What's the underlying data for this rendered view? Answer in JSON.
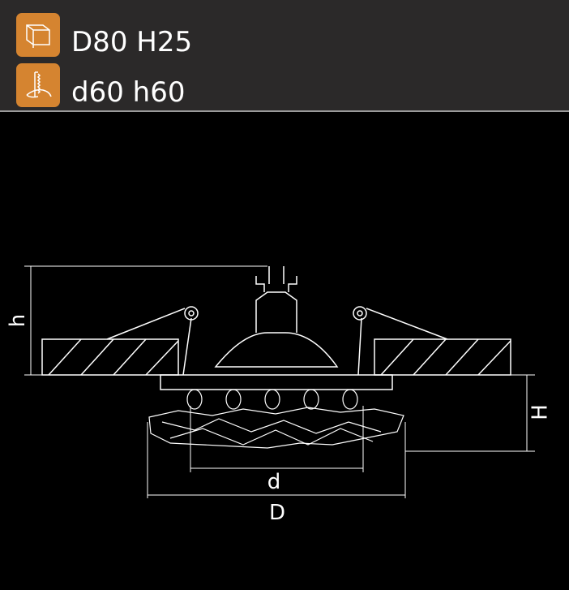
{
  "header": {
    "specs": [
      {
        "icon": "box-dimensions-icon",
        "label": "D80 H25"
      },
      {
        "icon": "cutout-dimensions-icon",
        "label": "d60 h60"
      }
    ]
  },
  "diagram": {
    "labels": {
      "h": "h",
      "H": "H",
      "d": "d",
      "D": "D"
    }
  },
  "colors": {
    "header_bg": "#2b2929",
    "icon_bg": "#d58430",
    "line": "#ffffff"
  }
}
